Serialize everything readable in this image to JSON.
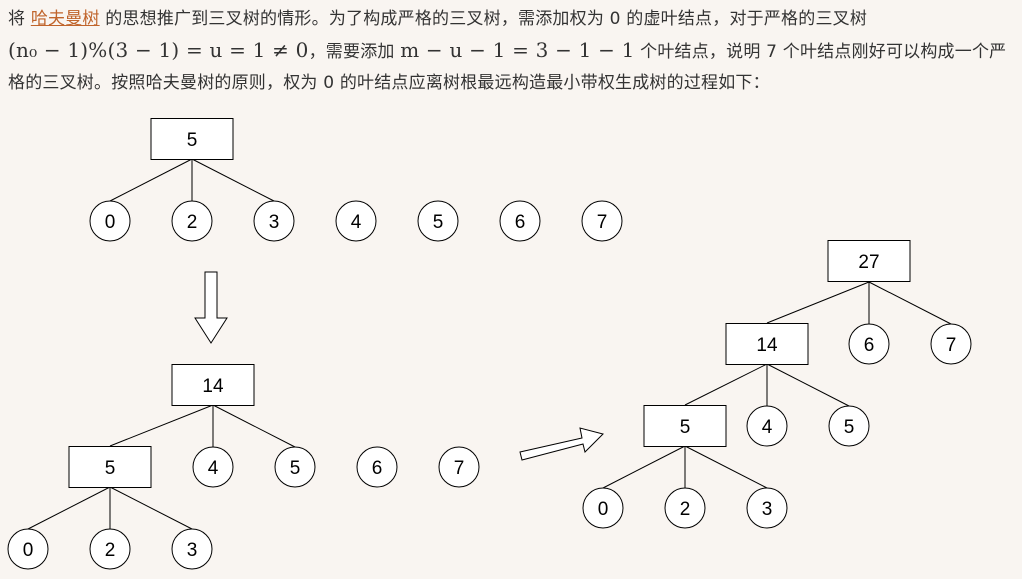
{
  "paragraph": {
    "line1_pre": "将 ",
    "link": "哈夫曼树",
    "line1_post": " 的思想推广到三叉树的情形。为了构成严格的三叉树，需添加权为 0 的虚叶结点，对于严格的三叉树",
    "math1": "(n₀ − 1)%(3 − 1) = u = 1 ≠ 0",
    "mid1": "，需要添加 ",
    "math2": "m − u − 1 = 3 − 1 − 1",
    "mid2": " 个叶结点，说明 7 个叶结点刚好可以构成一个严格的三叉树。按照哈夫曼树的原则，权为 0 的叶结点应离树根最远构造最小带权生成树的过程如下："
  },
  "diagram": {
    "tree1": {
      "root": "5",
      "leaves": [
        "0",
        "2",
        "3",
        "4",
        "5",
        "6",
        "7"
      ]
    },
    "tree2": {
      "root": "14",
      "inner": "5",
      "children": [
        "4",
        "5"
      ],
      "others": [
        "6",
        "7"
      ],
      "leaves": [
        "0",
        "2",
        "3"
      ]
    },
    "tree3": {
      "root": "27",
      "inner1": "14",
      "root_children": [
        "6",
        "7"
      ],
      "inner2": "5",
      "inner1_children": [
        "4",
        "5"
      ],
      "leaves": [
        "0",
        "2",
        "3"
      ]
    }
  }
}
